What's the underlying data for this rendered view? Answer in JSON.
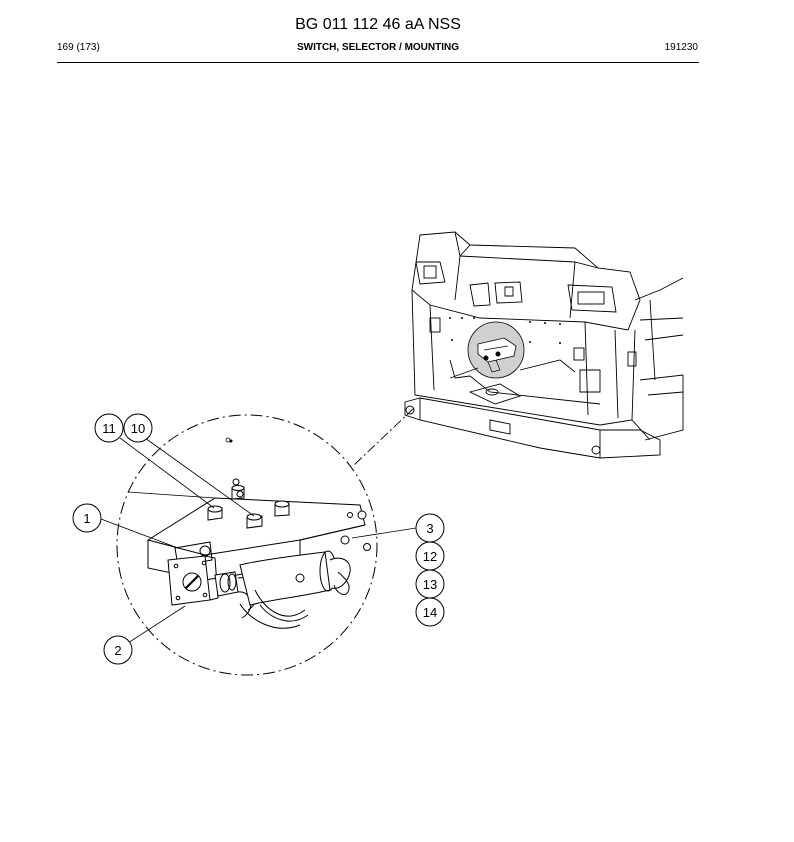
{
  "document": {
    "title": "BG 011 112 46 aA NSS",
    "page": "169 (173)",
    "section": "SWITCH, SELECTOR / MOUNTING",
    "code": "191230"
  },
  "callouts": [
    "11",
    "10",
    "1",
    "2",
    "3",
    "12",
    "13",
    "14"
  ]
}
